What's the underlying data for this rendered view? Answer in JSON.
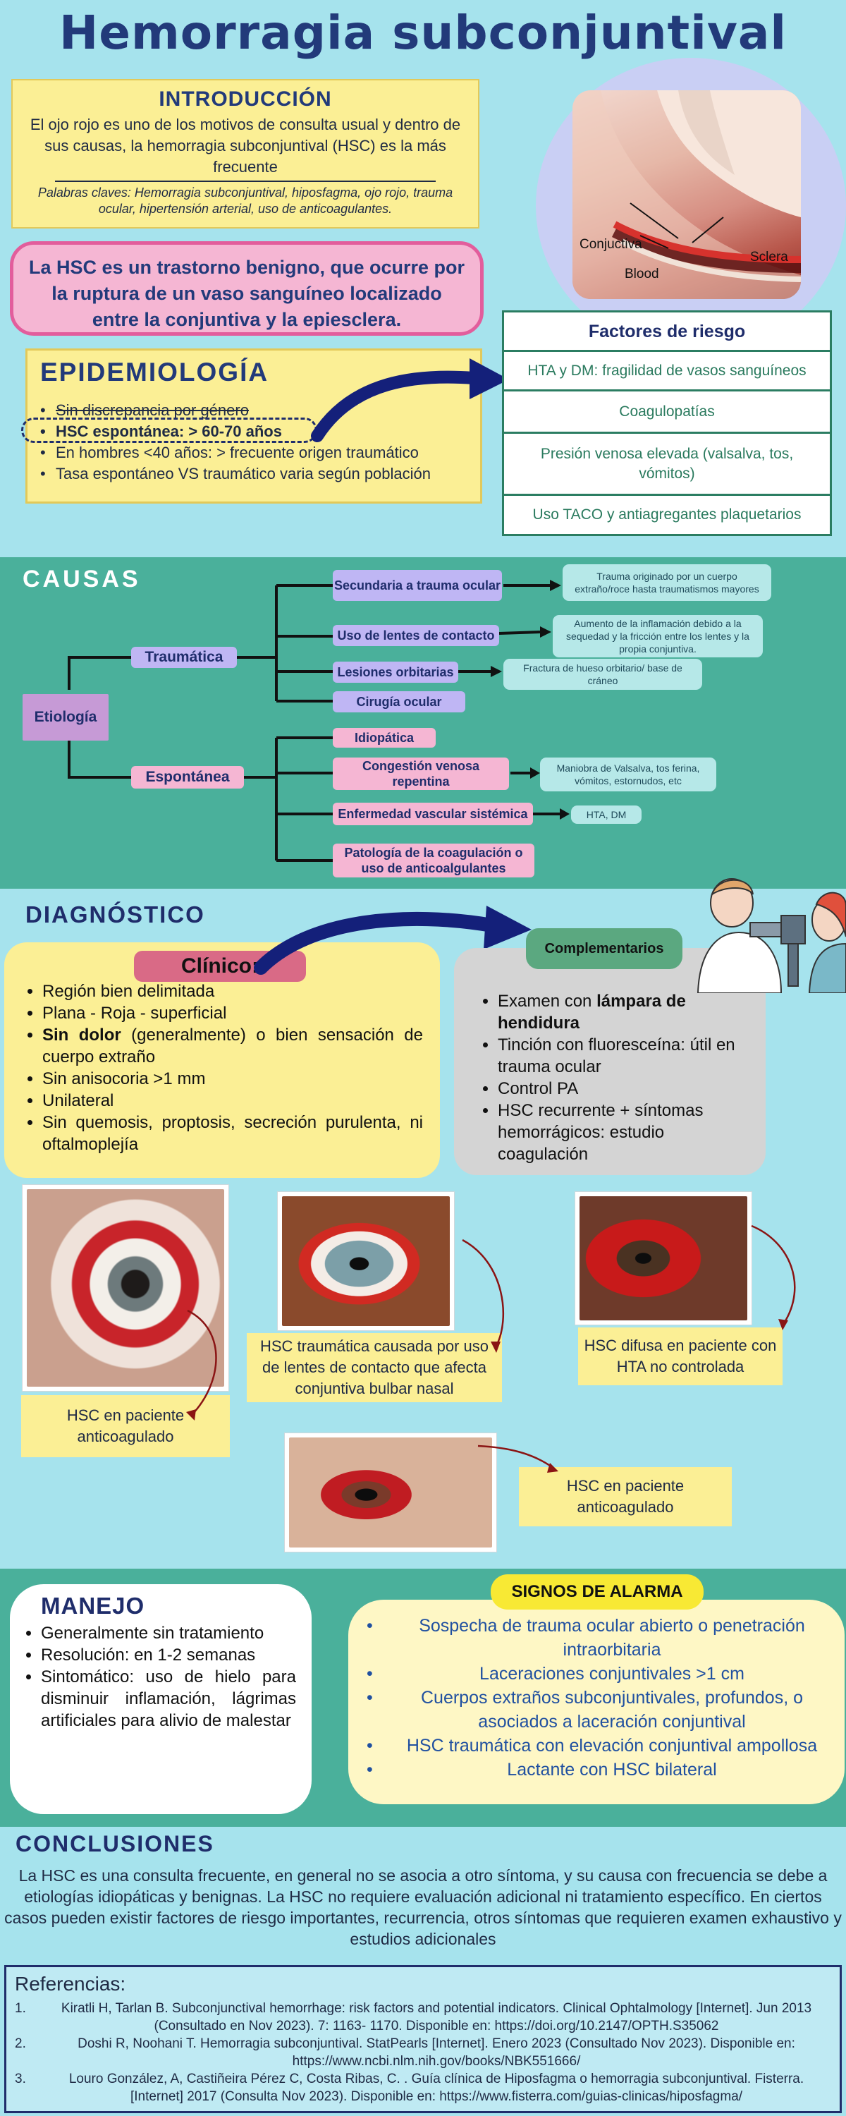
{
  "title": "Hemorragia subconjuntival",
  "intro": {
    "heading": "INTRODUCCIÓN",
    "text": "El ojo rojo es uno de los motivos de consulta usual y dentro de sus causas, la hemorragia subconjuntival (HSC) es la más frecuente",
    "keywords": "Palabras claves: Hemorragia subconjuntival, hiposfagma, ojo rojo, trauma ocular, hipertensión arterial, uso de anticoagulantes."
  },
  "benign": "La HSC es un trastorno benigno, que ocurre por la ruptura de un vaso sanguíneo localizado entre la conjuntiva y la epiesclera.",
  "eye_diagram": {
    "labels": [
      "Conjuctiva",
      "Blood",
      "Sclera"
    ]
  },
  "epidemiologia": {
    "heading": "EPIDEMIOLOGÍA",
    "items": [
      "Sin discrepancia por género",
      "HSC espontánea: > 60-70 años",
      "En hombres <40 años: > frecuente origen traumático",
      "Tasa espontáneo VS traumático varia según población"
    ]
  },
  "factores": {
    "heading": "Factores de riesgo",
    "items": [
      "HTA y DM: fragilidad de vasos sanguíneos",
      "Coagulopatías",
      "Presión venosa elevada (valsalva, tos, vómitos)",
      "Uso TACO y antiagregantes plaquetarios"
    ]
  },
  "causas": {
    "heading": "CAUSAS",
    "root": "Etiología",
    "traumatica": {
      "label": "Traumática",
      "children": [
        {
          "label": "Secundaria a trauma ocular",
          "desc": "Trauma originado por un cuerpo extraño/roce hasta traumatismos mayores"
        },
        {
          "label": "Uso de lentes de contacto",
          "desc": "Aumento de la inflamación debido a la sequedad y la fricción entre los lentes y la propia conjuntiva."
        },
        {
          "label": "Lesiones orbitarias",
          "desc": "Fractura de hueso orbitario/ base de cráneo"
        },
        {
          "label": "Cirugía ocular",
          "desc": ""
        }
      ]
    },
    "espontanea": {
      "label": "Espontánea",
      "children": [
        {
          "label": "Idiopática",
          "desc": ""
        },
        {
          "label": "Congestión venosa repentina",
          "desc": "Maniobra de Valsalva, tos ferina, vómitos, estornudos, etc"
        },
        {
          "label": "Enfermedad vascular sistémica",
          "desc": "HTA, DM"
        },
        {
          "label": "Patología de la coagulación o uso de anticoalgulantes",
          "desc": ""
        }
      ]
    }
  },
  "diagnostico": {
    "heading": "DIAGNÓSTICO",
    "clinico": {
      "label": "Clínico:",
      "items": [
        {
          "bold": "",
          "text": "Región bien delimitada"
        },
        {
          "bold": "",
          "text": "Plana - Roja - superficial"
        },
        {
          "bold": "Sin dolor",
          "text": " (generalmente) o bien sensación de cuerpo extraño"
        },
        {
          "bold": "",
          "text": "Sin anisocoria >1 mm"
        },
        {
          "bold": "",
          "text": "Unilateral"
        },
        {
          "bold": "",
          "text": "Sin quemosis, proptosis, secreción purulenta, ni oftalmoplejía"
        }
      ]
    },
    "complementarios": {
      "label": "Complementarios",
      "items": [
        {
          "bold": "lámpara de hendidura",
          "text": "Examen con "
        },
        {
          "bold": "",
          "text": "Tinción con fluoresceína: útil en trauma ocular"
        },
        {
          "bold": "",
          "text": "Control PA"
        },
        {
          "bold": "",
          "text": "HSC recurrente + síntomas hemorrágicos: estudio coagulación"
        }
      ]
    },
    "captions": [
      "HSC en paciente anticoagulado",
      "HSC traumática causada por uso de lentes de contacto que afecta conjuntiva bulbar nasal",
      "HSC difusa en paciente con HTA no controlada",
      "HSC en paciente anticoagulado"
    ]
  },
  "manejo": {
    "heading": "MANEJO",
    "items": [
      "Generalmente sin tratamiento",
      "Resolución: en 1-2 semanas",
      "Sintomático: uso de hielo para disminuir inflamación, lágrimas artificiales para alivio de malestar"
    ]
  },
  "alarma": {
    "heading": "SIGNOS DE ALARMA",
    "items": [
      "Sospecha de trauma ocular abierto o penetración intraorbitaria",
      "Laceraciones conjuntivales >1 cm",
      "Cuerpos extraños subconjuntivales, profundos, o asociados a laceración conjuntival",
      "HSC traumática con elevación conjuntival ampollosa",
      "Lactante con HSC bilateral"
    ]
  },
  "conclusiones": {
    "heading": "CONCLUSIONES",
    "text": "La HSC es una consulta frecuente, en general no se asocia a otro síntoma, y su causa con frecuencia se debe a etiologías idiopáticas y benignas. La HSC no requiere evaluación adicional ni tratamiento específico. En ciertos casos pueden existir factores de riesgo importantes, recurrencia, otros síntomas que requieren examen exhaustivo y estudios adicionales"
  },
  "referencias": {
    "heading": "Referencias:",
    "items": [
      {
        "num": "1.",
        "text": "Kiratli H, Tarlan B. Subconjunctival hemorrhage: risk factors and potential indicators. Clinical Ophtalmology [Internet]. Jun 2013 (Consultado en Nov 2023). 7: 1163- 1170. Disponible en: https://doi.org/10.2147/OPTH.S35062"
      },
      {
        "num": "2.",
        "text": "Doshi R, Noohani T. Hemorragia subconjuntival. StatPearls [Internet]. Enero 2023 (Consultado Nov 2023). Disponible en: https://www.ncbi.nlm.nih.gov/books/NBK551666/"
      },
      {
        "num": "3.",
        "text": "Louro González, A, Castiñeira Pérez C, Costa Ribas, C. . Guía clínica de Hiposfagma o hemorragia subconjuntival. Fisterra. [Internet] 2017 (Consulta Nov 2023). Disponible en: https://www.fisterra.com/guias-clinicas/hiposfagma/"
      }
    ]
  },
  "colors": {
    "teal_band": "#4ab09b",
    "light_bg": "#a6e3ed",
    "yellow_box": "#fbef95",
    "pink_box": "#f5b6d3",
    "navy": "#1f2d6b"
  }
}
